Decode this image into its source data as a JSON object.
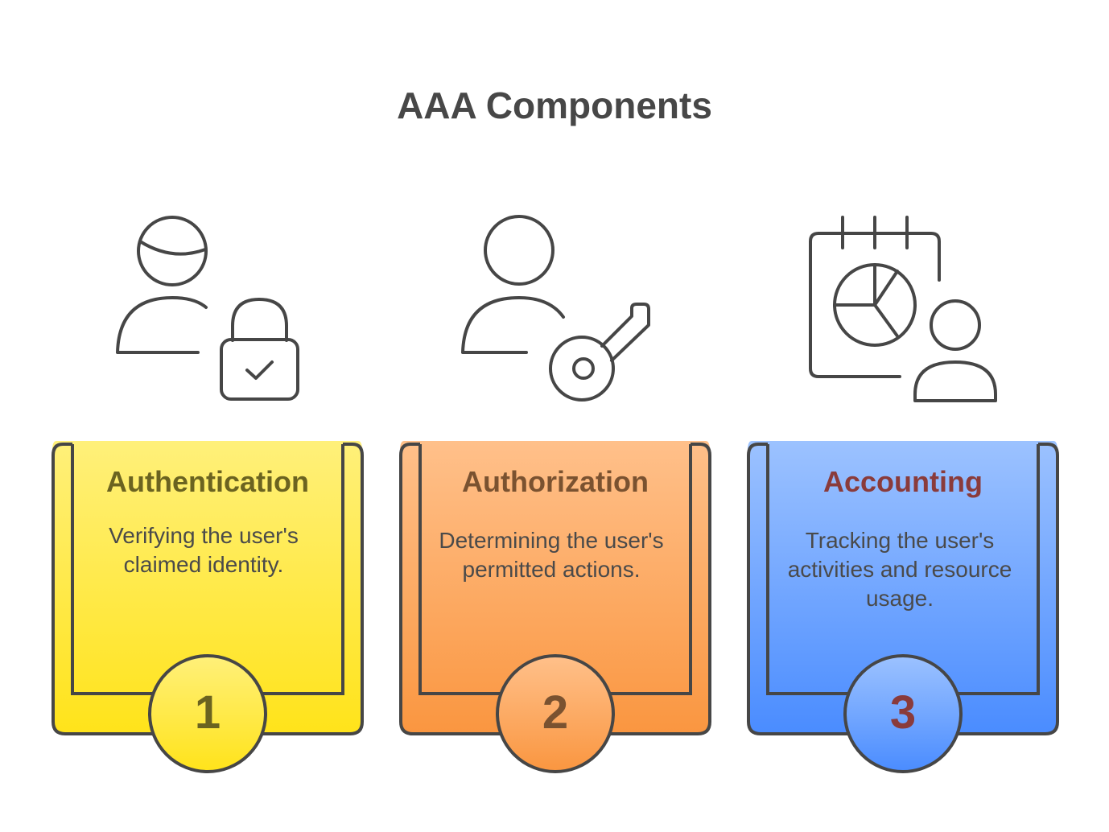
{
  "title": "AAA Components",
  "colors": {
    "outline": "#464646",
    "yellow_top": "#fff07a",
    "yellow_bottom": "#ffe31a",
    "orange_top": "#ffc08a",
    "orange_bottom": "#fa9640",
    "blue_top": "#9cc2ff",
    "blue_bottom": "#4a8cff"
  },
  "cards": [
    {
      "number": "1",
      "title": "Authentication",
      "description": "Verifying the user's claimed identity.",
      "icon": "user-lock-icon",
      "title_color": "#6b6320",
      "number_color": "#6b6320"
    },
    {
      "number": "2",
      "title": "Authorization",
      "description": "Determining the user's permitted actions.",
      "icon": "user-key-icon",
      "title_color": "#7a5230",
      "number_color": "#7a5230"
    },
    {
      "number": "3",
      "title": "Accounting",
      "description": "Tracking the user's activities and resource usage.",
      "icon": "calendar-chart-user-icon",
      "title_color": "#8a3b3b",
      "number_color": "#8a3b3b"
    }
  ]
}
